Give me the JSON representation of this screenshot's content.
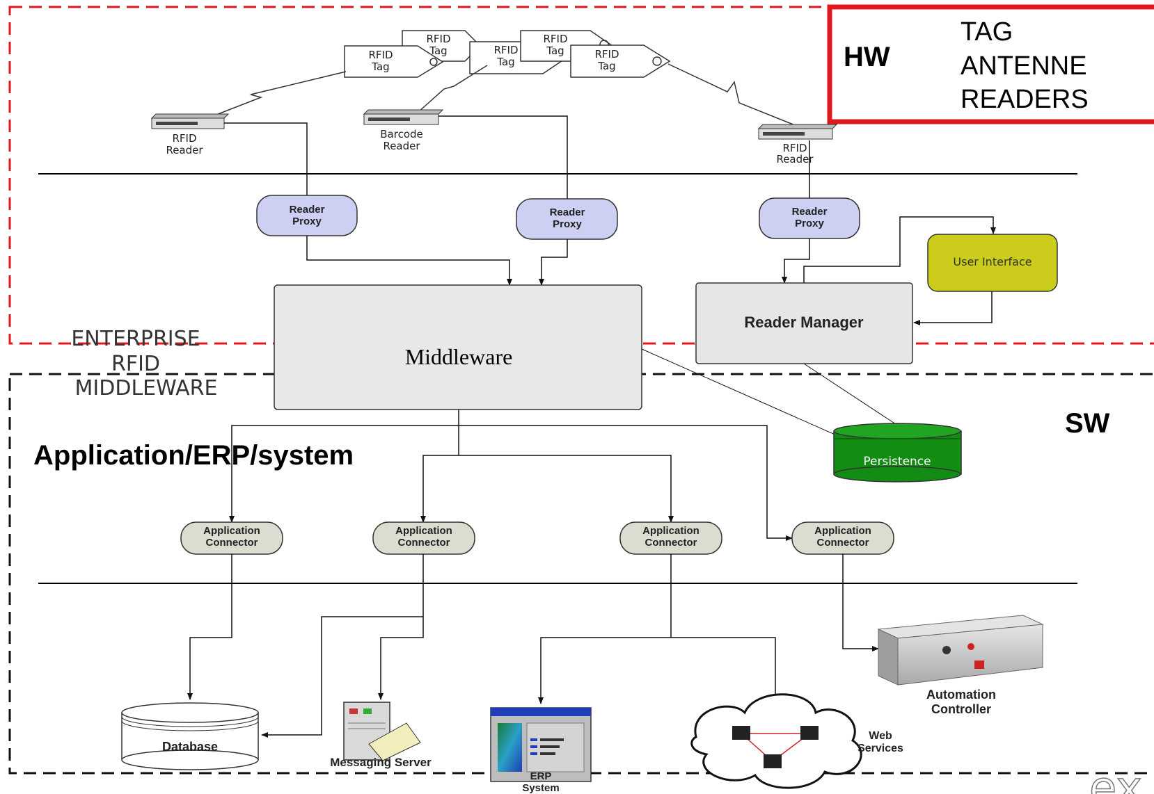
{
  "hw_box": {
    "hw": "HW",
    "items": [
      "TAG",
      "ANTENNE",
      "READERS"
    ]
  },
  "sw_label": "SW",
  "enterprise_label": [
    "ENTERPRISE",
    "RFID",
    "MIDDLEWARE"
  ],
  "application_label": "Application/ERP/system",
  "tags": [
    {
      "l1": "RFID",
      "l2": "Tag"
    },
    {
      "l1": "RFID",
      "l2": "Tag"
    },
    {
      "l1": "RFID",
      "l2": "Tag"
    },
    {
      "l1": "RFID",
      "l2": "Tag"
    },
    {
      "l1": "RFID",
      "l2": "Tag"
    }
  ],
  "readers": [
    {
      "l1": "RFID",
      "l2": "Reader"
    },
    {
      "l1": "Barcode",
      "l2": "Reader"
    },
    {
      "l1": "RFID",
      "l2": "Reader"
    }
  ],
  "proxies": [
    {
      "l1": "Reader",
      "l2": "Proxy"
    },
    {
      "l1": "Reader",
      "l2": "Proxy"
    },
    {
      "l1": "Reader",
      "l2": "Proxy"
    }
  ],
  "user_interface": "User Interface",
  "reader_manager": "Reader Manager",
  "middleware": "Middleware",
  "persistence": "Persistence",
  "connectors": [
    {
      "l1": "Application",
      "l2": "Connector"
    },
    {
      "l1": "Application",
      "l2": "Connector"
    },
    {
      "l1": "Application",
      "l2": "Connector"
    },
    {
      "l1": "Application",
      "l2": "Connector"
    }
  ],
  "database": "Database",
  "messaging_server": "Messaging Server",
  "erp_system": [
    "ERP",
    "System"
  ],
  "web_services": [
    "Web",
    "Services"
  ],
  "automation_controller": [
    "Automation",
    "Controller"
  ],
  "corner_glyph": "ex"
}
